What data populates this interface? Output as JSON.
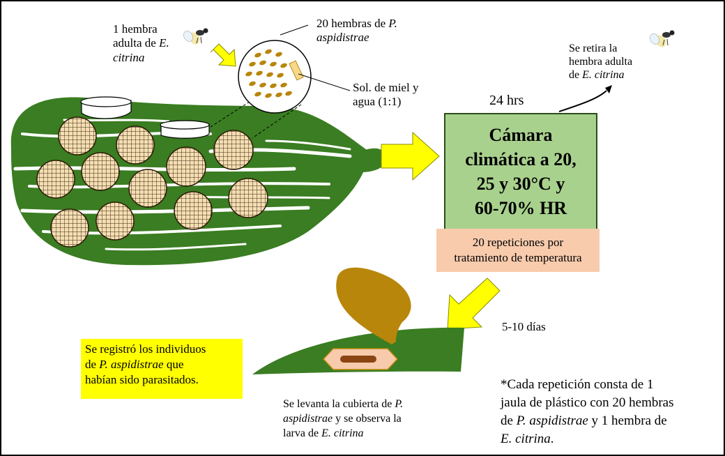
{
  "labels": {
    "hembra_line1": "1 hembra",
    "hembra_line2_pre": "adulta de ",
    "hembra_line2_it": "E.",
    "hembra_line3_it": "citrina",
    "circle_line1_pre": "20 hembras de ",
    "circle_line1_it": "P.",
    "circle_line2_it": "aspidistrae",
    "sol_line1": "Sol. de miel y",
    "sol_line2": "agua (1:1)",
    "hrs": "24 hrs",
    "retira_line1": "Se retira la",
    "retira_line2": "hembra adulta",
    "retira_line3_pre": "de ",
    "retira_line3_it": "E. citrina",
    "dias": "5-10 días"
  },
  "chamber": {
    "line1": "Cámara",
    "line2": "climática a 20,",
    "line3": "25 y 30°C y",
    "line4": "60-70% HR"
  },
  "repetitions": {
    "line1": "20 repeticiones por",
    "line2": "tratamiento de temperatura"
  },
  "registro": {
    "line1": "Se registró los individuos",
    "line2_pre": "de ",
    "line2_it": "P. aspidistrae",
    "line2_post": " que",
    "line3": "habían sido parasitados."
  },
  "levanta": {
    "line1_pre": "Se levanta la cubierta de ",
    "line1_it": "P.",
    "line2_it": "aspidistrae",
    "line2_post": " y se observa la",
    "line3_pre": "larva de ",
    "line3_it": "E. citrina"
  },
  "note": {
    "line1": "*Cada repetición consta de 1",
    "line2": "jaula de plástico con 20 hembras",
    "line3_pre": "de ",
    "line3_it": "P. aspidistrae",
    "line3_post": " y 1 hembra de",
    "line4_it": "E. citrina",
    "line4_post": "."
  },
  "colors": {
    "squash_green": "#3a7d22",
    "chamber_fill": "#a9d18e",
    "repetitions_fill": "#f8cbad",
    "highlight_yellow": "#ffff00",
    "arrow_yellow": "#ffff00",
    "cage_fill": "#f5deb3",
    "scale_brown": "#b8860b",
    "larva_brown": "#8b4513"
  }
}
